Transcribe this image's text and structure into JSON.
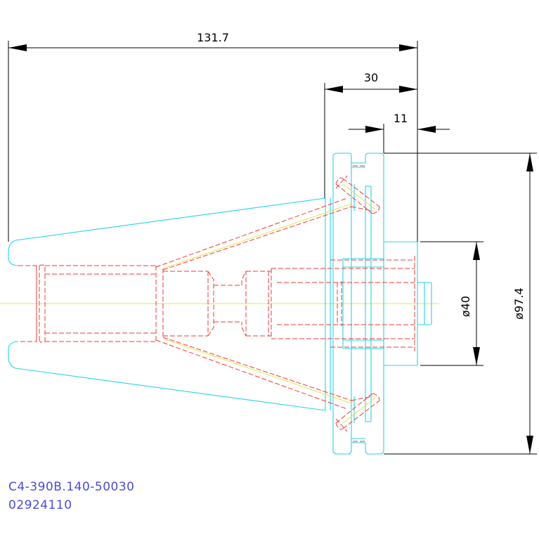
{
  "dimensions": {
    "overall_length": "131.7",
    "flange_length": "30",
    "flange_width": "11",
    "bore_diameter": "ø40",
    "flange_diameter": "ø97.4"
  },
  "title_block": {
    "part_number": "C4-390B.140-50030",
    "item_code": "02924110"
  },
  "colors": {
    "outline": "#27d3e8",
    "hidden_lines": "#f03a3a",
    "center_lines": "#e8e34a",
    "dimensions": "#000000",
    "title_text": "#4b4bd8"
  }
}
